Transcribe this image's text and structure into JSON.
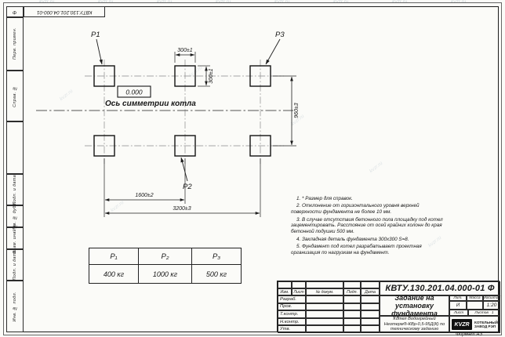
{
  "watermark": "kvzr.ru",
  "frame": {
    "doc_number_top": "КВТУ.130.201.04.000-01",
    "doc_format_letter": "Ф",
    "side_labels": [
      "Перв. примен.",
      "Справ. №",
      "Подп. и дата",
      "Инв. № дубл.",
      "Взам. инв. №",
      "Подп. и дата",
      "Инв. № подл."
    ],
    "format_label": "Формат А3"
  },
  "drawing": {
    "point_labels": {
      "p1": "Р1",
      "p2": "Р2",
      "p3": "Р3"
    },
    "elevation": "0.000",
    "axis_label": "Ось симметрии котла",
    "dims": {
      "square_w": "300±1",
      "square_h": "300±1",
      "row_gap": "960±3",
      "half_span": "1600±2",
      "full_span": "3200±3"
    }
  },
  "notes": [
    "1. * Размер для справок.",
    "2. Отклонение от горизонтального уровня верхней поверхности фундамента не более 10 мм.",
    "3. В случае отсутствия бетонного пола площадку под котел зацементировать. Расстояние от осей крайних колонн до края бетонной подушки 500 мм.",
    "4. Закладная деталь фундамента  300х300  S=8.",
    "5. Фундамент под котел разрабатывает проектная организация по нагрузкам на фундамент."
  ],
  "load_table": {
    "headers": [
      "Р₁",
      "Р₂",
      "Р₃"
    ],
    "values": [
      "400 кг",
      "1000 кг",
      "500 кг"
    ]
  },
  "title_block": {
    "doc_number": "КВТУ.130.201.04.000-01 Ф",
    "title": "Задание на установку фундамента",
    "product": "Котел Водогрейный Неотерм®-КВр-0,5-95Д(К) по техническому заданию",
    "header_cols": [
      "Изм.",
      "Лист",
      "№ докум.",
      "Подп.",
      "Дата"
    ],
    "role_rows": [
      "Разраб.",
      "Пров.",
      "Т.контр.",
      "Н.контр.",
      "Утв."
    ],
    "lit_label": "Лит.",
    "mass_label": "Масса",
    "scale_label": "Масштаб",
    "lit_value": "И",
    "scale_value": "1:20",
    "sheet_label": "Лист",
    "sheets_label": "Листов",
    "sheets_value": "1",
    "logo_text": "KVZR",
    "logo_caption_1": "КОТЕЛЬНЫЙ",
    "logo_caption_2": "ЗАВОД РЭП"
  }
}
